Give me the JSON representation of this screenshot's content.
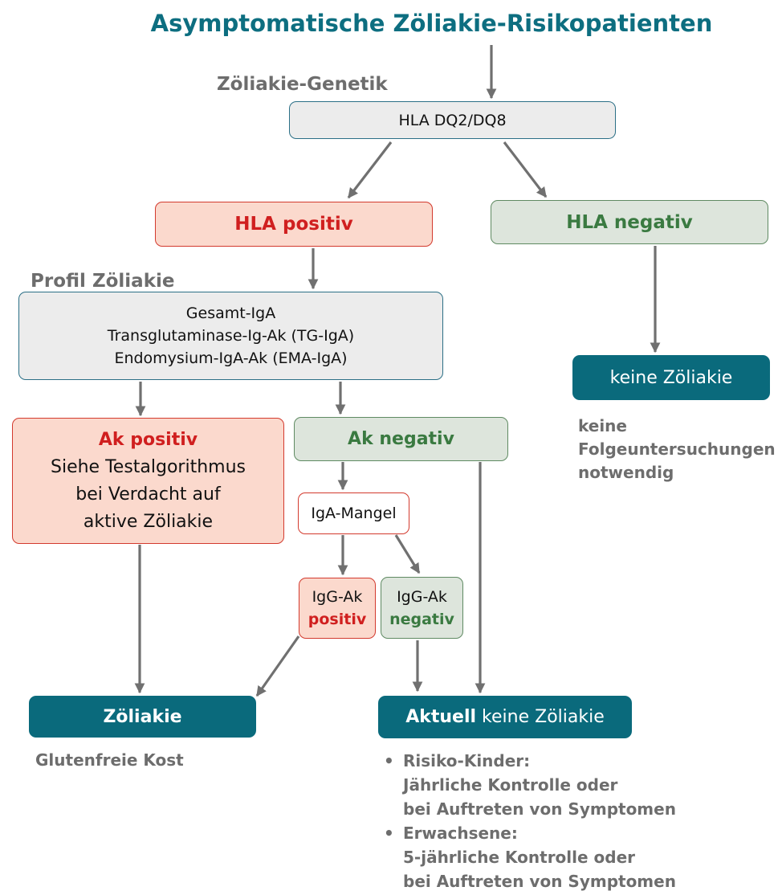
{
  "title": "Asymptomatische Zöliakie-Risikopatienten",
  "sections": {
    "genetics_label": "Zöliakie-Genetik",
    "profile_label": "Profil Zöliakie"
  },
  "nodes": {
    "hla_test": "HLA DQ2/DQ8",
    "hla_positive": "HLA positiv",
    "hla_negative": "HLA negativ",
    "profile_lines": [
      "Gesamt-IgA",
      "Transglutaminase-Ig-Ak (TG-IgA)",
      "Endomysium-IgA-Ak (EMA-IgA)"
    ],
    "ak_positive_title": "Ak positiv",
    "ak_positive_lines": [
      "Siehe Testalgorithmus",
      "bei Verdacht auf",
      "aktive Zöliakie"
    ],
    "ak_negative": "Ak negativ",
    "iga_deficiency": "IgA-Mangel",
    "igg_label": "IgG-Ak",
    "igg_positive": "positiv",
    "igg_negative": "negativ",
    "no_celiac": "keine Zöliakie",
    "celiac": "Zöliakie",
    "current_bold": "Aktuell",
    "current_rest": " keine Zöliakie"
  },
  "notes": {
    "no_followup_lines": [
      "keine",
      "Folgeuntersuchungen",
      "notwendig"
    ],
    "gluten_free": "Glutenfreie Kost",
    "bullet_symbol": "•",
    "bullets": [
      {
        "heading": "Risiko-Kinder:",
        "lines": [
          "Jährliche Kontrolle oder",
          "bei Auftreten von Symptomen"
        ]
      },
      {
        "heading": "Erwachsene:",
        "lines": [
          "5-jährliche Kontrolle oder",
          "bei Auftreten von Symptomen"
        ]
      }
    ]
  },
  "colors": {
    "teal": "#0a6a7c",
    "red": "#d01f1f",
    "green": "#3a7a41",
    "grey_text": "#6d6d6d",
    "arrow": "#707070"
  }
}
